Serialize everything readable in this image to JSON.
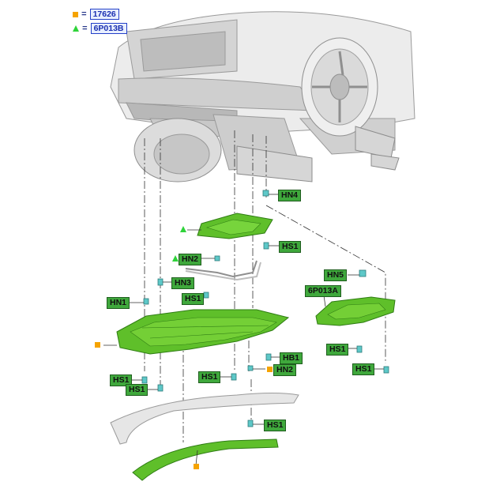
{
  "legend": {
    "square_code": "17626",
    "triangle_code": "6P013B",
    "separator": "="
  },
  "callouts": {
    "hn4": "HN4",
    "hs1_a": "HS1",
    "hn2_a": "HN2",
    "hn3": "HN3",
    "hn1": "HN1",
    "hs1_b": "HS1",
    "hn5": "HN5",
    "p6013a": "6P013A",
    "hs1_c": "HS1",
    "hs1_d": "HS1",
    "hb1": "HB1",
    "hn2_b": "HN2",
    "hs1_e": "HS1",
    "hs1_f": "HS1",
    "hs1_g": "HS1",
    "hs1_h": "HS1"
  },
  "colors": {
    "part_green": "#5fbf2a",
    "part_green_dark": "#2f7d14",
    "callout_green": "#3fa83c",
    "legend_blue": "#2440c8",
    "marker_orange": "#f5a300",
    "marker_triangle": "#2fd33a",
    "fastener_cyan": "#5ec8c8",
    "car_gray": "#d9d9d9"
  }
}
